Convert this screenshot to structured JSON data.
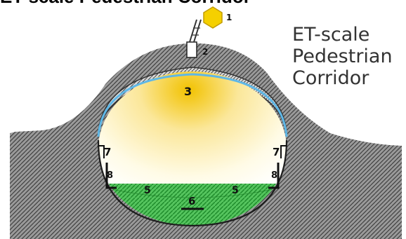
{
  "header": {
    "text": "ET-scale Pedestrian Corridor"
  },
  "caption": {
    "line1": "ET-scale",
    "line2": "Pedestrian",
    "line3": "Corridor"
  },
  "labels": {
    "n1": "1",
    "n2": "2",
    "n3": "3",
    "n5_left": "5",
    "n5_right": "5",
    "n6": "6",
    "n7_left": "7",
    "n7_right": "7",
    "n8_left": "8",
    "n8_right": "8"
  },
  "colors": {
    "terrain": "#8a8a8a",
    "hatch": "#5a5a5a",
    "glass": "#5fb7e6",
    "light": "#f2c200",
    "floor": "#2fb13a",
    "sun": "#f5d000"
  }
}
